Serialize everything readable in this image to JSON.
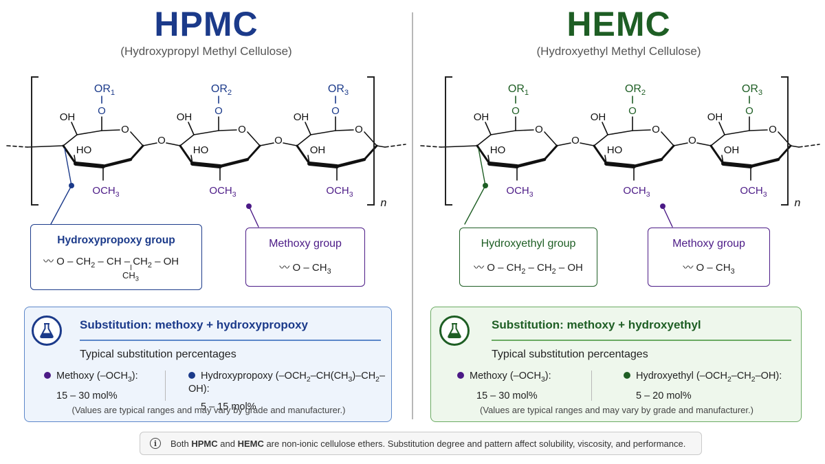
{
  "left": {
    "title": "HPMC",
    "subtitle": "(Hydroxypropyl Methyl Cellulose)",
    "color": "#1b3a8a",
    "substituent_label_prefix": "OR",
    "substituent_numbers": [
      "1",
      "2",
      "3"
    ],
    "ring_labels": {
      "oh_top": "OH",
      "ring_o": "O",
      "bridge_o": "O",
      "ho": "HO",
      "oh_mid": "OH"
    },
    "methoxy_label": "OCH",
    "methoxy_sub": "3",
    "repeat_n": "n",
    "callout_group": {
      "title": "Hydroxypropoxy group",
      "formula_a": "〰 O – CH",
      "formula_b": "2",
      "formula_c": " – CH – CH",
      "formula_d": "2",
      "formula_e": "– OH",
      "branch": "CH",
      "branch_sub": "3"
    },
    "callout_methoxy": {
      "title": "Methoxy group",
      "formula_a": "〰 O – CH",
      "formula_b": "3"
    },
    "panel": {
      "title": "Substitution: methoxy + hydroxypropoxy",
      "typical": "Typical substitution percentages",
      "item1_label": "Methoxy (–OCH",
      "item1_sub": "3",
      "item1_tail": "):",
      "item1_value": "15 – 30 mol%",
      "item1_color": "#4b1a86",
      "item2_label": "Hydroxypropoxy (–OCH",
      "item2_sub1": "2",
      "item2_mid": "–CH(CH",
      "item2_sub2": "3",
      "item2_mid2": ")–CH",
      "item2_sub3": "2",
      "item2_tail": "–OH):",
      "item2_value": "5 – 15 mol%",
      "item2_color": "#1b3a8a",
      "note": "(Values are typical ranges and may vary by grade and manufacturer.)"
    }
  },
  "right": {
    "title": "HEMC",
    "subtitle": "(Hydroxyethyl Methyl Cellulose)",
    "color": "#1e5e24",
    "callout_group": {
      "title": "Hydroxyethyl group",
      "formula_a": "〰 O – CH",
      "formula_b": "2",
      "formula_c": " – CH",
      "formula_d": "2",
      "formula_e": "– OH"
    },
    "callout_methoxy": {
      "title": "Methoxy group",
      "formula_a": "〰 O – CH",
      "formula_b": "3"
    },
    "panel": {
      "title": "Substitution: methoxy + hydroxyethyl",
      "typical": "Typical substitution percentages",
      "item1_label": "Methoxy (–OCH",
      "item1_sub": "3",
      "item1_tail": "):",
      "item1_value": "15 – 30 mol%",
      "item1_color": "#4b1a86",
      "item2_label": "Hydroxyethyl (–OCH",
      "item2_sub1": "2",
      "item2_mid": "–CH",
      "item2_sub2": "2",
      "item2_tail": "–OH):",
      "item2_value": "5 – 20 mol%",
      "item2_color": "#1e5e24",
      "note": "(Values are typical ranges and may vary by grade and manufacturer.)"
    }
  },
  "colors": {
    "methoxy_purple": "#4b1a86",
    "hpmc_blue": "#1b3a8a",
    "hemc_green": "#1e5e24",
    "hpmc_panel_bg": "#eef4fc",
    "hemc_panel_bg": "#eef7ec"
  },
  "footer": {
    "icon": "info-icon",
    "t1": "Both ",
    "b1": "HPMC",
    "t2": " and ",
    "b2": "HEMC",
    "t3": " are non-ionic cellulose ethers. Substitution degree and pattern affect solubility, viscosity, and performance."
  }
}
